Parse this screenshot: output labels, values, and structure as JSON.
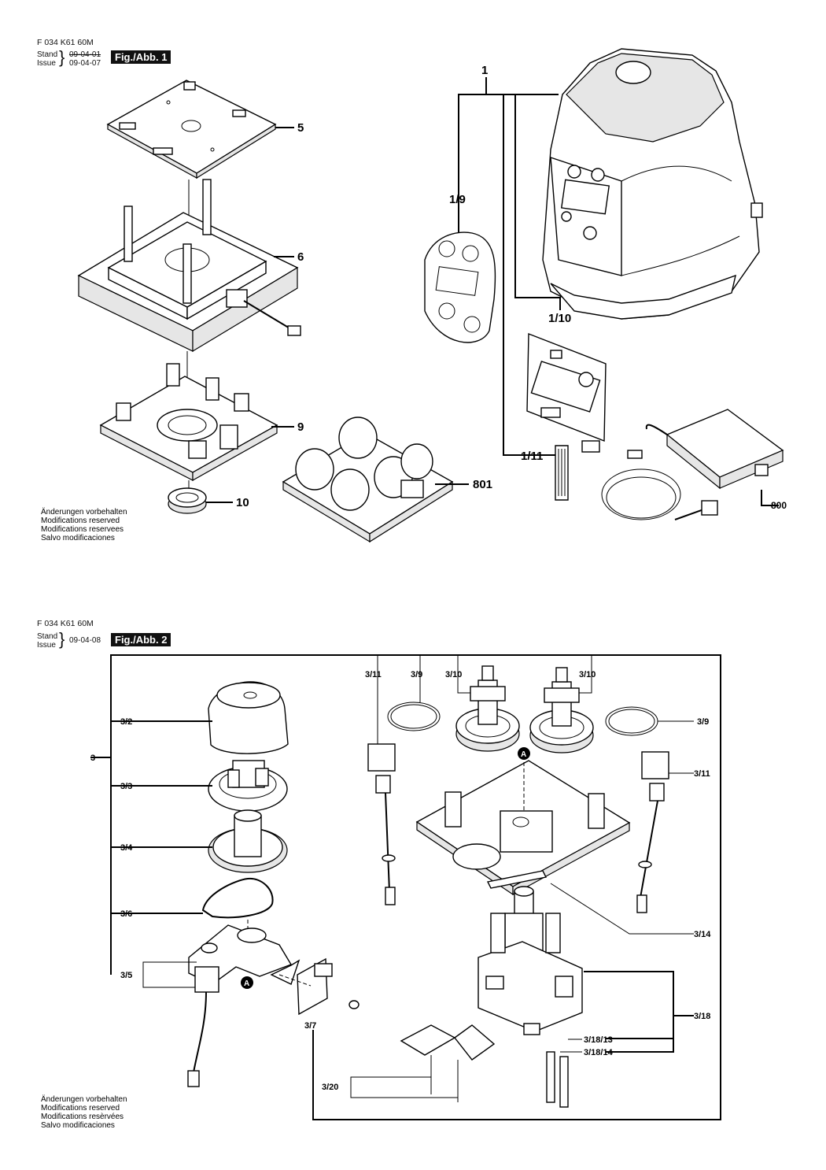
{
  "fig1": {
    "doc_code": "F 034 K61 60M",
    "stand_label": "Stand",
    "issue_label": "Issue",
    "date_struck": "09-04-01",
    "date_current": "09-04-07",
    "fig_label": "Fig./Abb. 1",
    "callouts": [
      "1",
      "5",
      "6",
      "9",
      "10",
      "1/9",
      "1/10",
      "1/11",
      "801",
      "800"
    ],
    "notes": [
      "Änderungen vorbehalten",
      "Modifications reserved",
      "Modifications reservees",
      "Salvo modificaciones"
    ]
  },
  "fig2": {
    "doc_code": "F 034 K61 60M",
    "stand_label": "Stand",
    "issue_label": "Issue",
    "date_current": "09-04-08",
    "fig_label": "Fig./Abb. 2",
    "callouts": [
      "3",
      "3/2",
      "3/3",
      "3/4",
      "3/6",
      "3/5",
      "3/7",
      "3/11",
      "3/9",
      "3/10",
      "3/10",
      "3/9",
      "3/11",
      "3/14",
      "3/18",
      "3/18/13",
      "3/18/14",
      "3/20"
    ],
    "marker": "A",
    "notes": [
      "Änderungen vorbehalten",
      "Modifications reserved",
      "Modifications resèrvées",
      "Salvo modificaciones"
    ]
  }
}
